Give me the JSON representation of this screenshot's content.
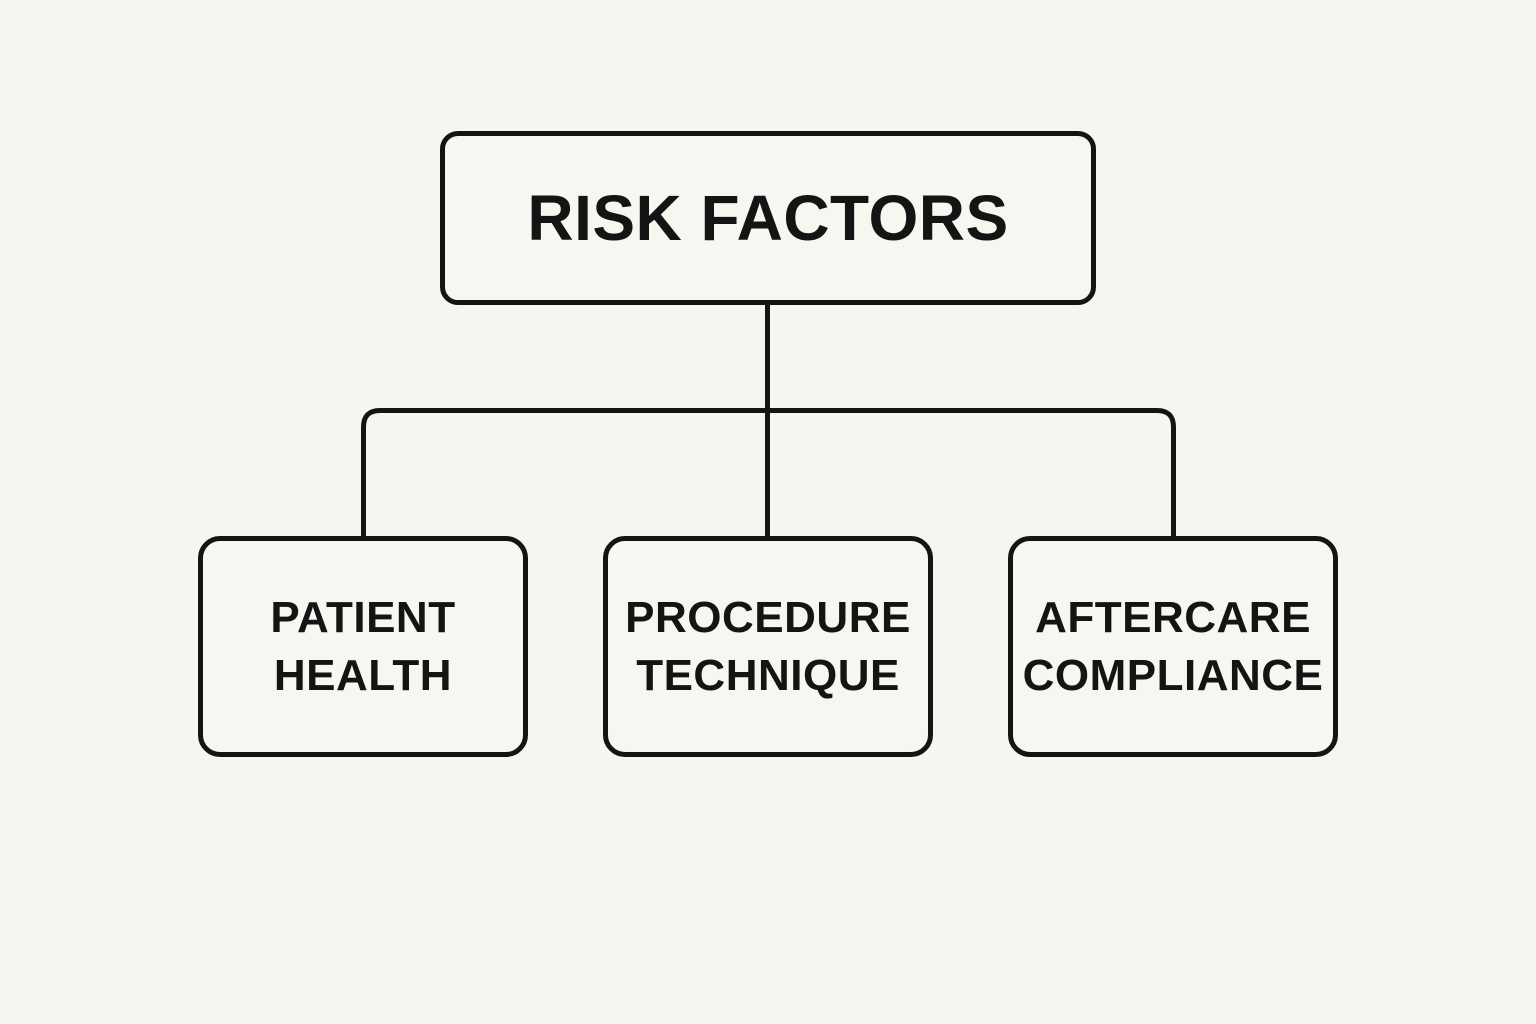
{
  "diagram": {
    "root": {
      "label": "RISK FACTORS"
    },
    "children": [
      {
        "label": "PATIENT HEALTH"
      },
      {
        "label": "PROCEDURE TECHNIQUE"
      },
      {
        "label": "AFTERCARE COMPLIANCE"
      }
    ],
    "colors": {
      "background": "#f7f5ef",
      "line": "#141414",
      "text": "#141414"
    },
    "structure_note": "tree: root connects via vertical line and horizontal bus to three child boxes"
  }
}
